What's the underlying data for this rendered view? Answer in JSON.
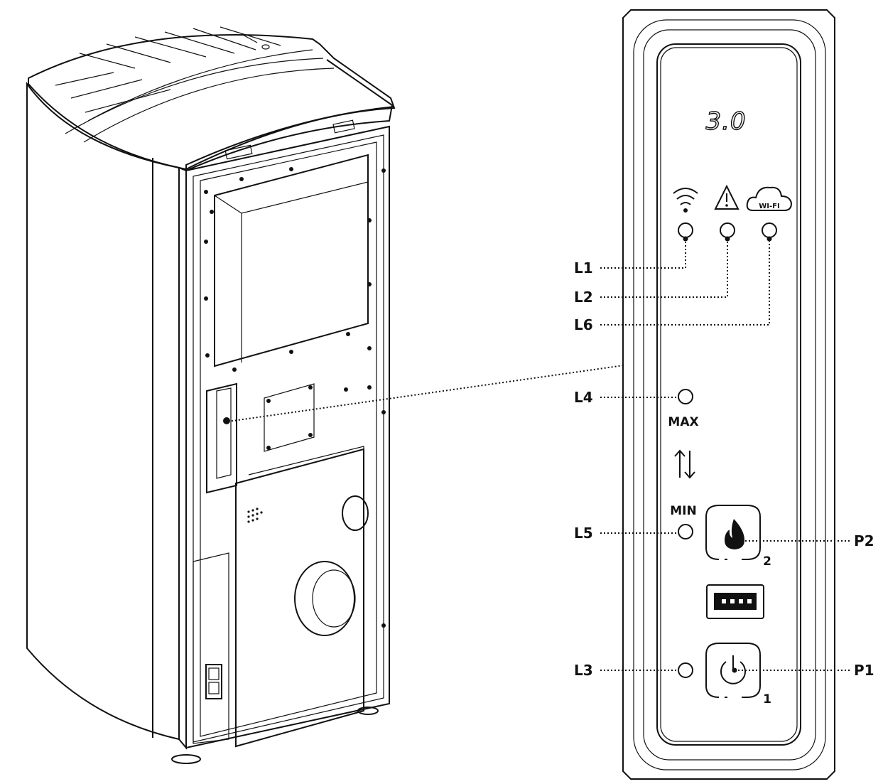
{
  "panel": {
    "version_text": "3.0",
    "icons": [
      "wifi-signal-icon",
      "warning-triangle-icon",
      "cloud-wifi-icon"
    ],
    "cloud_wifi_text": "WI-FI",
    "max_text": "MAX",
    "min_text": "MIN",
    "arrows_icon": "up-down-arrows-icon",
    "flame_button_number": "2",
    "power_button_number": "1"
  },
  "leds": [
    {
      "label": "L1",
      "color": "#f7c81e"
    },
    {
      "label": "L2",
      "color": "#e01b1b"
    },
    {
      "label": "L6",
      "color": "#5cb85c"
    },
    {
      "label": "L4",
      "color": "#f7c81e"
    },
    {
      "label": "L5",
      "color": "#f7c81e"
    },
    {
      "label": "L3",
      "color": "#5cb85c"
    }
  ],
  "buttons": [
    {
      "label": "P2",
      "icon": "flame-icon"
    },
    {
      "label": "P1",
      "icon": "power-icon"
    }
  ]
}
